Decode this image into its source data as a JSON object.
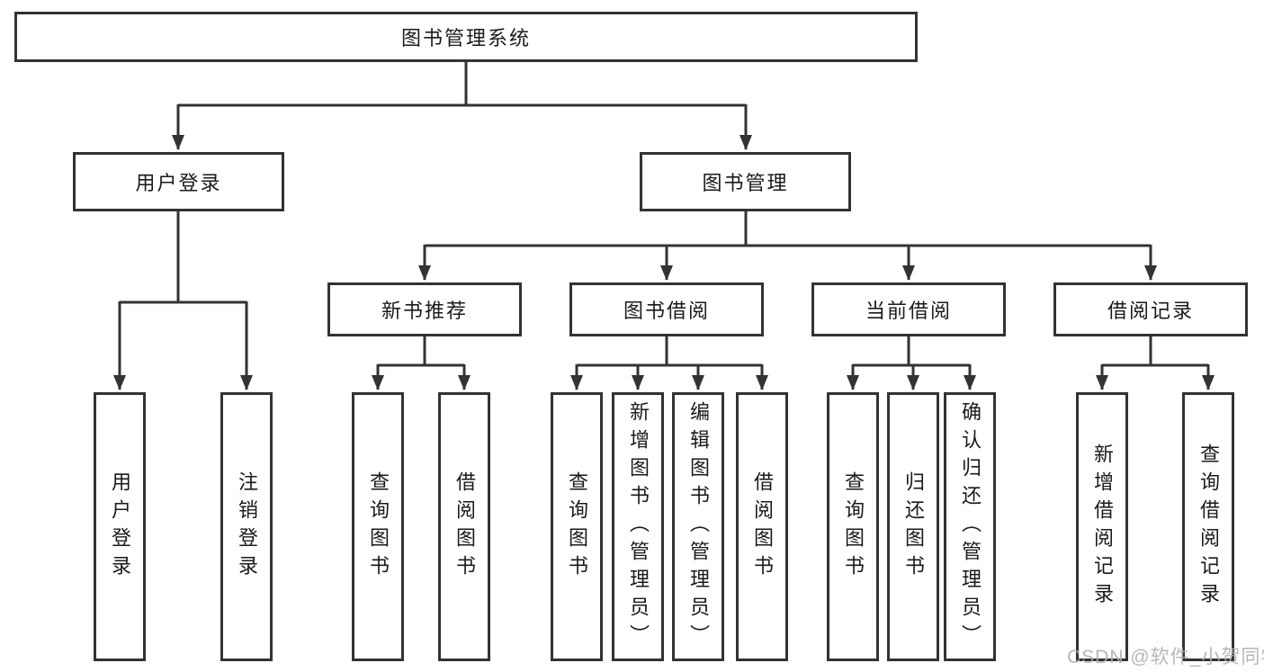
{
  "diagram": {
    "title_node": "图书管理系统",
    "level2": {
      "user_login": "用户登录",
      "book_mgmt": "图书管理"
    },
    "level3": {
      "new_books": "新书推荐",
      "book_borrow": "图书借阅",
      "current_borrow": "当前借阅",
      "borrow_records": "借阅记录"
    },
    "leaves": {
      "user_login": [
        "用户登录",
        "注销登录"
      ],
      "new_books": [
        "查询图书",
        "借阅图书"
      ],
      "book_borrow": [
        "查询图书",
        "新增图书（管理员）",
        "编辑图书（管理员）",
        "借阅图书"
      ],
      "current_borrow": [
        "查询图书",
        "归还图书",
        "确认归还（管理员）"
      ],
      "borrow_records": [
        "新增借阅记录",
        "查询借阅记录"
      ]
    }
  },
  "watermark": {
    "text": "CSDN @软件_小贺同学"
  },
  "colors": {
    "line": "#333333",
    "text": "#1a1a1a",
    "box_background": "#ffffff",
    "watermark": "#b0b0b0"
  }
}
